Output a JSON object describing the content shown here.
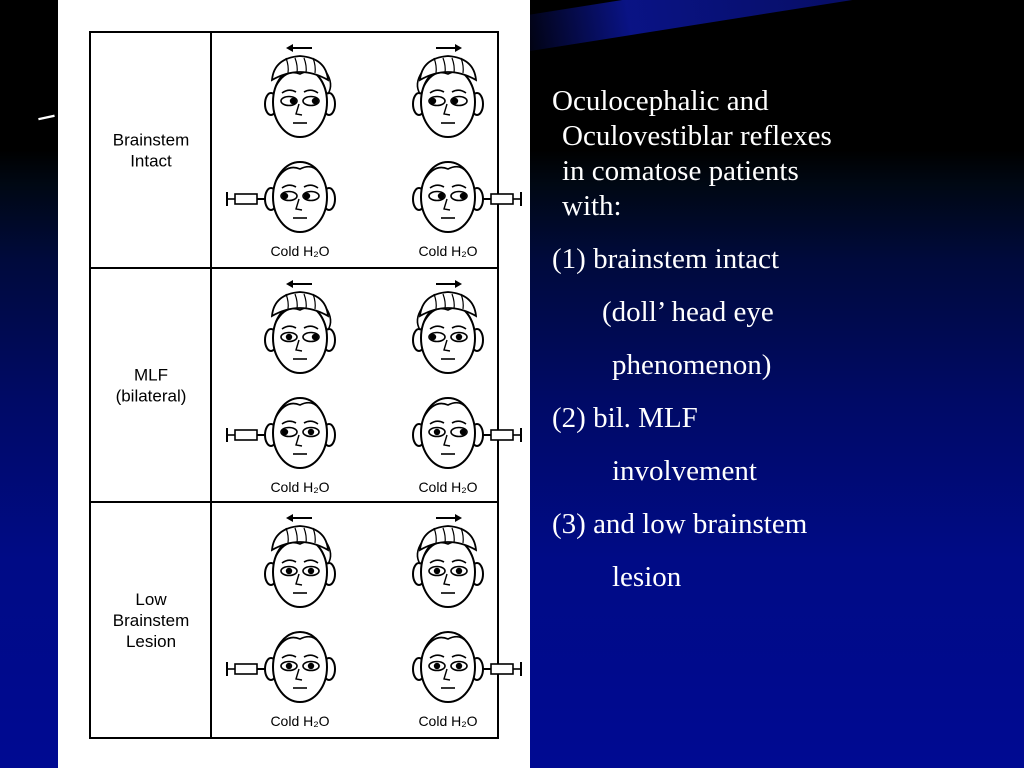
{
  "slide": {
    "title_fragment": "–",
    "intro_lines": [
      "Oculocephalic and",
      "Oculovestiblar reflexes",
      "in comatose patients",
      "with:"
    ],
    "items": [
      "(1) brainstem intact",
      "(doll’ head eye",
      "phenomenon)",
      "(2) bil. MLF",
      "involvement",
      "(3) and low brainstem",
      "lesion"
    ]
  },
  "figure": {
    "rows": [
      {
        "label_lines": [
          "Brainstem",
          "Intact"
        ],
        "head_turn": [
          "left",
          "right"
        ],
        "headturn_gaze": [
          "right",
          "left"
        ],
        "caloric_gaze": [
          "left",
          "right"
        ],
        "caption_left": "Cold H₂O",
        "caption_right": "Cold H₂O"
      },
      {
        "label_lines": [
          "MLF",
          "(bilateral)"
        ],
        "head_turn": [
          "left",
          "right"
        ],
        "headturn_gaze": [
          "diverge-right",
          "diverge-left"
        ],
        "caloric_gaze": [
          "diverge-left",
          "diverge-right"
        ],
        "caption_left": "Cold H₂O",
        "caption_right": "Cold H₂O"
      },
      {
        "label_lines": [
          "Low",
          "Brainstem",
          "Lesion"
        ],
        "head_turn": [
          "left",
          "right"
        ],
        "headturn_gaze": [
          "center",
          "center"
        ],
        "caloric_gaze": [
          "center",
          "center"
        ],
        "caption_left": "Cold H₂O",
        "caption_right": "Cold H₂O"
      }
    ],
    "icons": {
      "head": "face-icon",
      "hand": "hand-icon",
      "syringe": "syringe-icon",
      "arrow": "arrow-icon"
    },
    "colors": {
      "panel": "#ffffff",
      "ink": "#000000",
      "text": "#ffffff"
    }
  }
}
